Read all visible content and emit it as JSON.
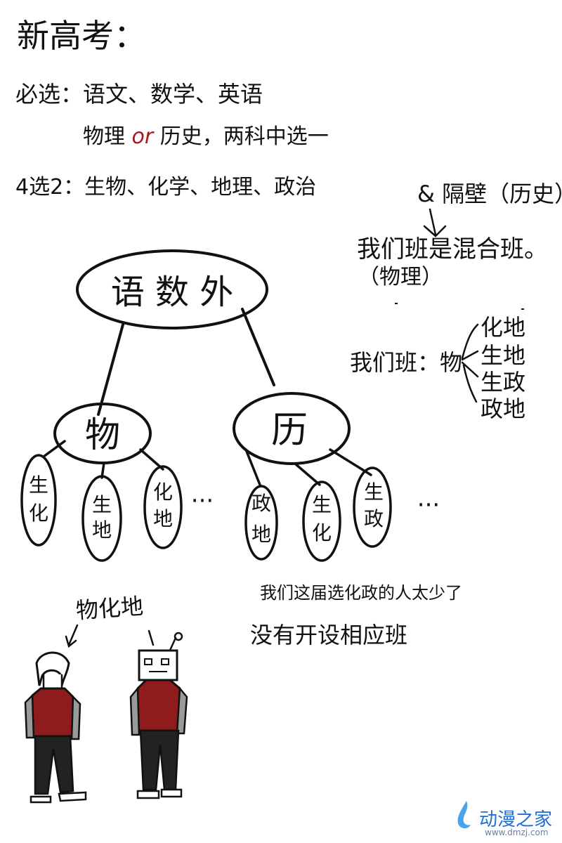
{
  "heading": "新高考：",
  "required_line": "必选：语文、数学、英语",
  "choice_line": {
    "left": "物理",
    "or": "or",
    "right": "历史，两科中选一"
  },
  "elective_line": "4选2：生物、化学、地理、政治",
  "side_notes": {
    "neighbor": "& 隔壁（历史）",
    "mixed_class": "我们班是混合班。",
    "mixed_sub": "（物理）",
    "our_class": "我们班：物",
    "combos": [
      "化地",
      "生地",
      "生政",
      "政地"
    ]
  },
  "tree": {
    "root": "语 数 外",
    "branches": [
      {
        "label": "物",
        "leaves": [
          "生化",
          "生地",
          "化地"
        ],
        "more": "···"
      },
      {
        "label": "历",
        "leaves": [
          "政地",
          "生化",
          "生政"
        ],
        "more": "···"
      }
    ]
  },
  "bottom_note": {
    "line1": "我们这届选化政的人太少了",
    "line2": "没有开设相应班"
  },
  "speech": "物化地",
  "watermark": {
    "name": "动漫之家",
    "url": "www.dmzj.com",
    "color": "#1f6fd6"
  },
  "colors": {
    "ink": "#111111",
    "or_accent": "#b01818",
    "jacket_red": "#8e1c1c",
    "sleeve_gray": "#9a9a9a",
    "pants": "#222222"
  }
}
